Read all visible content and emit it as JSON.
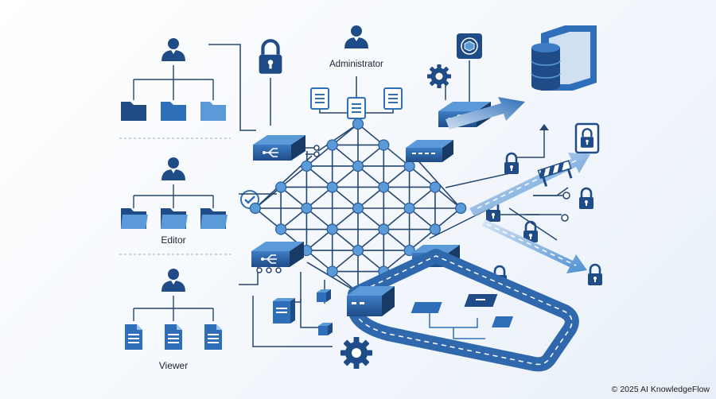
{
  "labels": {
    "administrator": "Administrator",
    "editor": "Editor",
    "viewer": "Viewer"
  },
  "copyright": "© 2025 AI KnowledgeFlow",
  "colors": {
    "navy": "#1f4c86",
    "blue": "#2f6fb9",
    "light_blue": "#5b9ad8",
    "pale_blue": "#cfe0f3",
    "line": "#24466f",
    "road": "#2f68ad"
  },
  "icons": [
    "user-icon",
    "folder-icon",
    "document-icon",
    "lock-icon",
    "gear-icon",
    "database-icon",
    "network-switch-icon",
    "checkmark-icon",
    "barrier-icon",
    "cube-icon"
  ]
}
